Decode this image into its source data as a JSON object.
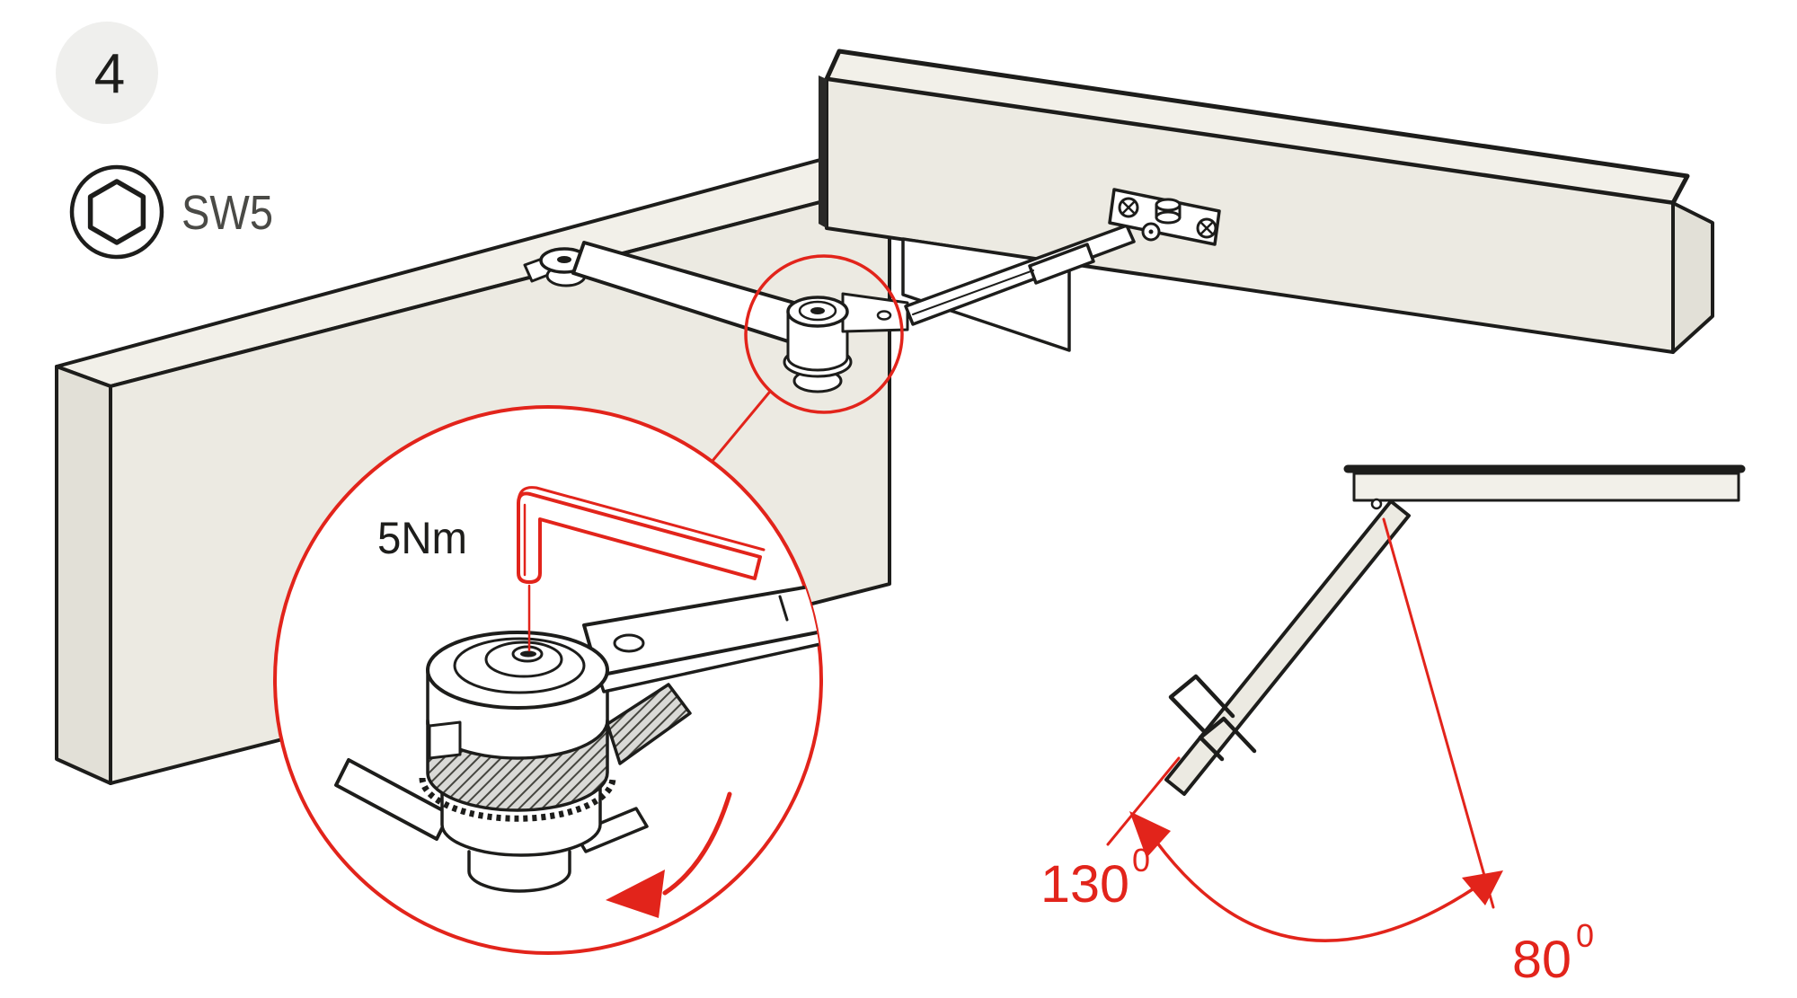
{
  "colors": {
    "accent_red": "#e2241b",
    "line_ink": "#1d1d1b",
    "panel_beige": "#eceae2",
    "panel_beige_dark": "#e2e0d7",
    "panel_beige_light": "#f2f0e9",
    "badge_bg": "#efefed",
    "tool_label_gray": "#4a4a46",
    "hatch_gray": "#d9d9d6"
  },
  "step_badge": {
    "number": "4"
  },
  "tool": {
    "label": "SW5",
    "icon": "hex-socket-icon"
  },
  "detail_callout": {
    "torque": "5Nm",
    "icons": [
      "allen-key-icon",
      "rotate-counterclockwise-arrow-icon"
    ]
  },
  "angle_diagram": {
    "opening_angle_value": "130",
    "opening_angle_sup": "0",
    "latch_angle_value": "80",
    "latch_angle_sup": "0"
  }
}
